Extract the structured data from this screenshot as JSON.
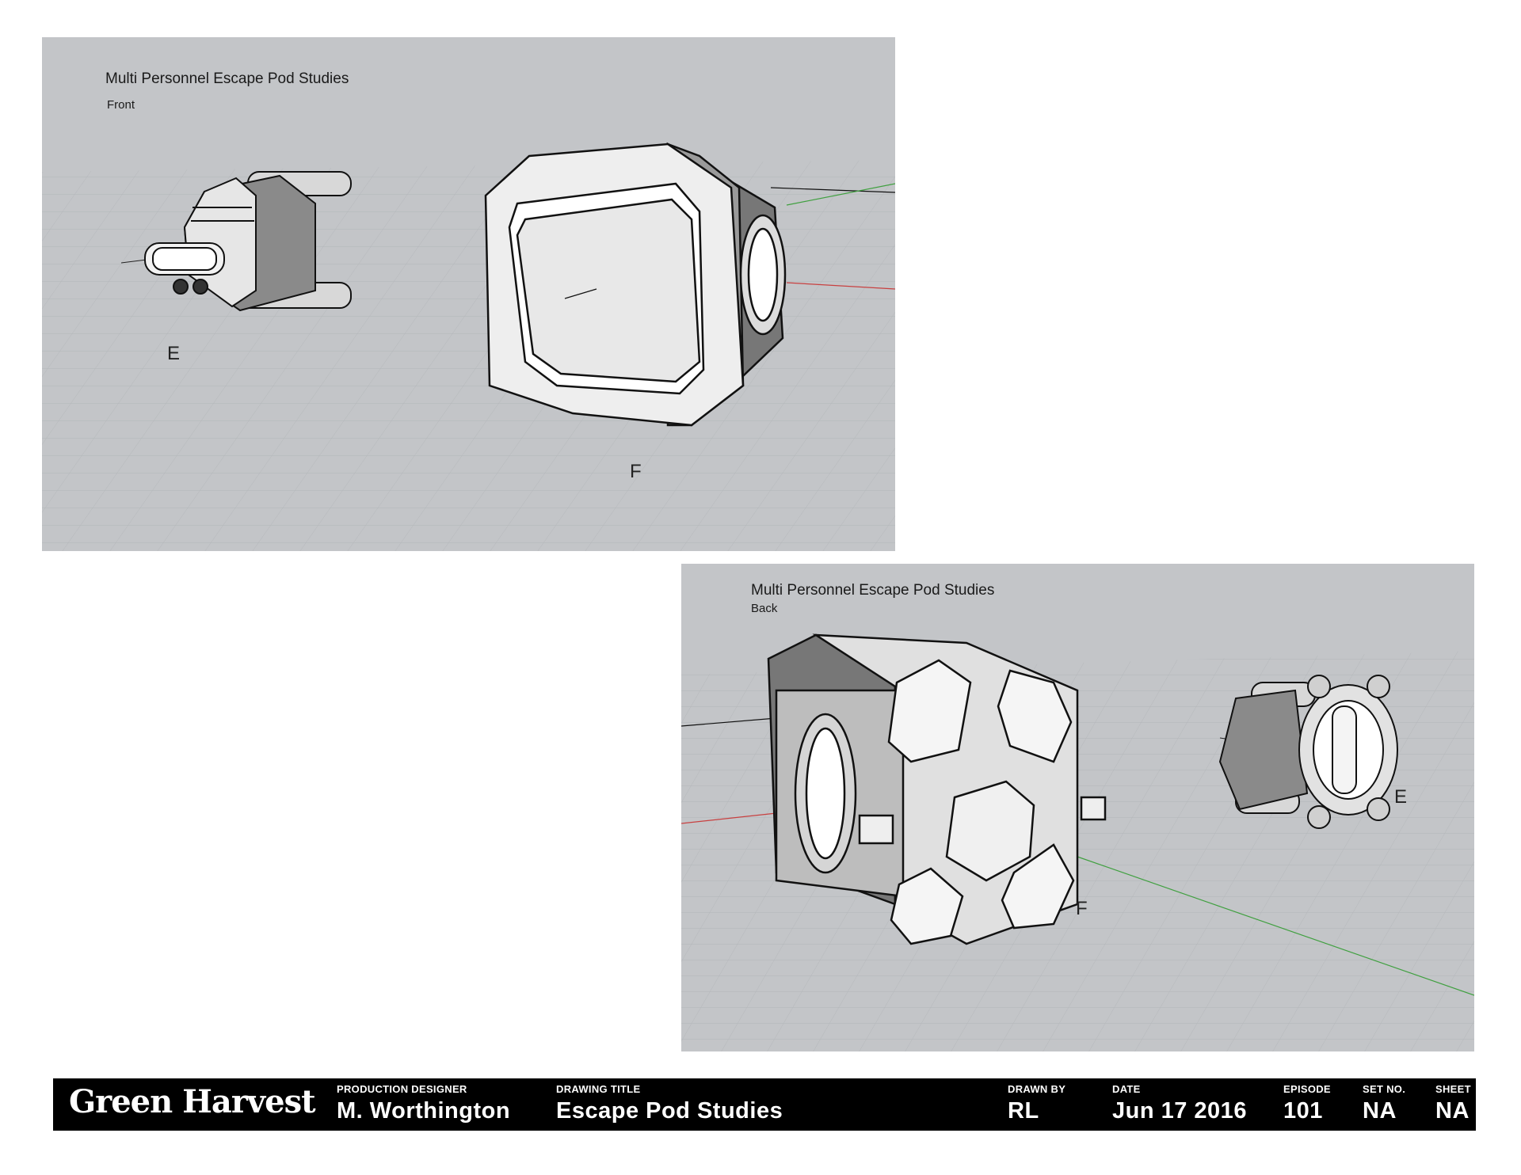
{
  "front_view": {
    "title": "Multi Personnel Escape Pod Studies",
    "subtitle": "Front",
    "label_e": "E",
    "label_f": "F"
  },
  "back_view": {
    "title": "Multi Personnel Escape Pod Studies",
    "subtitle": "Back",
    "label_e": "E",
    "label_f": "F"
  },
  "title_block": {
    "logo": "Green Harvest",
    "production_designer_label": "PRODUCTION DESIGNER",
    "production_designer": "M. Worthington",
    "drawing_title_label": "DRAWING TITLE",
    "drawing_title": "Escape Pod Studies",
    "drawn_by_label": "DRAWN BY",
    "drawn_by": "RL",
    "date_label": "DATE",
    "date": "Jun 17 2016",
    "episode_label": "EPISODE",
    "episode": "101",
    "set_no_label": "SET NO.",
    "set_no": "NA",
    "sheet_label": "SHEET",
    "sheet": "NA"
  },
  "colors": {
    "viewport_bg": "#c3c5c8",
    "grid_line": "#b4b7ba",
    "axis_red": "#c84040",
    "axis_green": "#40a040",
    "title_block_bg": "#000000"
  }
}
